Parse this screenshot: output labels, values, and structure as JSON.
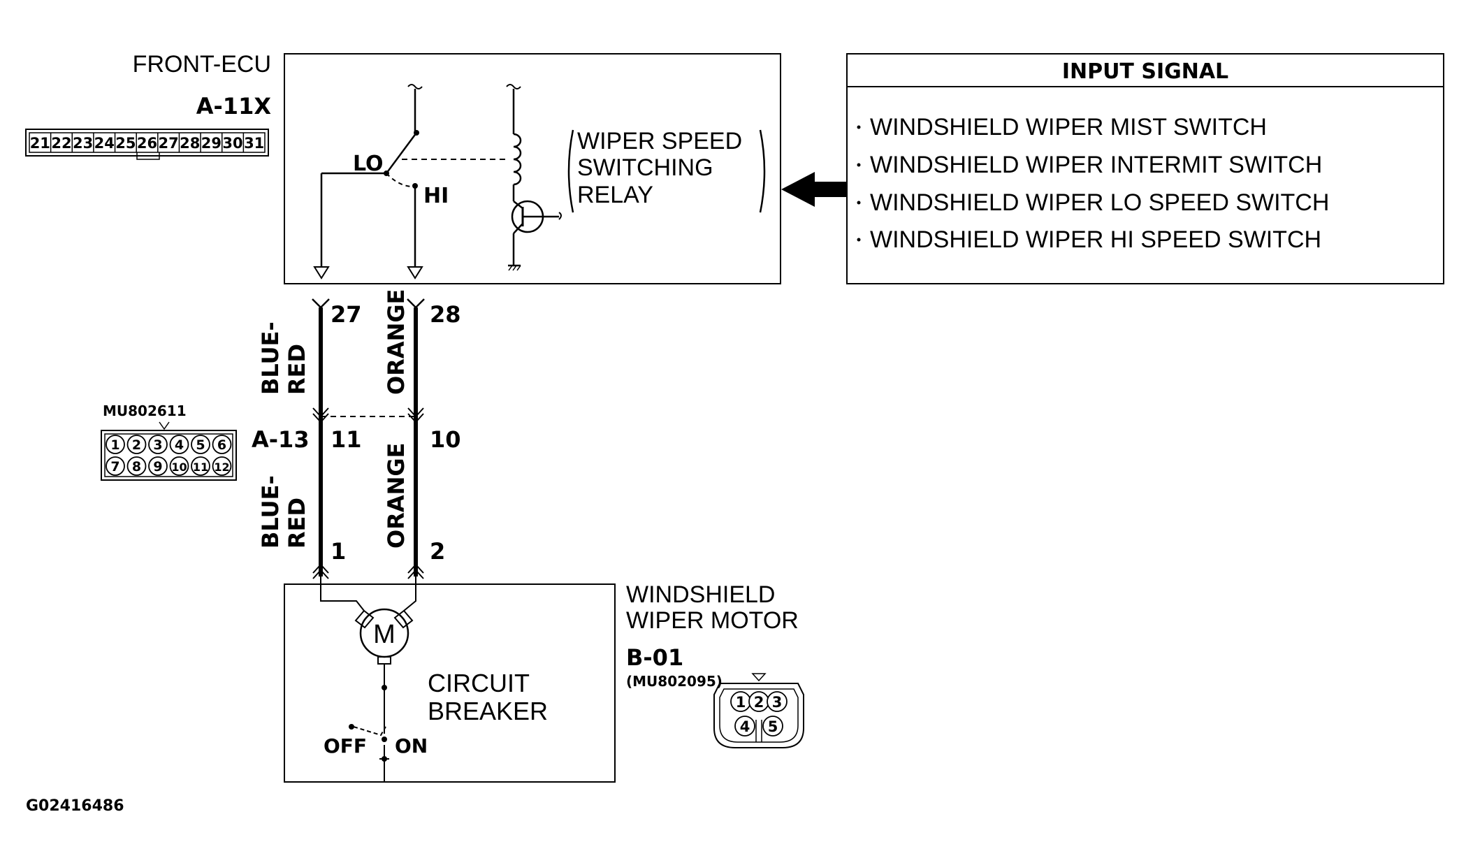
{
  "front_ecu": {
    "title": "FRONT-ECU",
    "connector_id": "A-11X",
    "connector_pins": [
      "21",
      "22",
      "23",
      "24",
      "25",
      "26",
      "27",
      "28",
      "29",
      "30",
      "31"
    ],
    "relay_label_lines": [
      "WIPER SPEED",
      "SWITCHING",
      "RELAY"
    ],
    "lo_label": "LO",
    "hi_label": "HI"
  },
  "input_signal": {
    "title": "INPUT SIGNAL",
    "items": [
      "WINDSHIELD WIPER MIST SWITCH",
      "WINDSHIELD WIPER INTERMIT SWITCH",
      "WINDSHIELD WIPER LO SPEED SWITCH",
      "WINDSHIELD WIPER HI SPEED SWITCH"
    ]
  },
  "wires": {
    "left_pin_top": "27",
    "right_pin_top": "28",
    "left_color_line1": "BLUE-",
    "left_color_line2": "RED",
    "right_color": "ORANGE",
    "left_pin_mid": "11",
    "right_pin_mid": "10",
    "left_pin_bottom": "1",
    "right_pin_bottom": "2"
  },
  "mid_connector": {
    "id": "A-13",
    "part": "MU802611",
    "row1": [
      "1",
      "2",
      "3",
      "4",
      "5",
      "6"
    ],
    "row2": [
      "7",
      "8",
      "9",
      "10",
      "11",
      "12"
    ]
  },
  "motor": {
    "title_lines": [
      "WINDSHIELD",
      "WIPER MOTOR"
    ],
    "connector_id": "B-01",
    "part": "(MU802095)",
    "pins": [
      "1",
      "2",
      "3",
      "4",
      "5"
    ],
    "motor_symbol": "M",
    "breaker_lines": [
      "CIRCUIT",
      "BREAKER"
    ],
    "off_label": "OFF",
    "on_label": "ON"
  },
  "figure_id": "G02416486"
}
